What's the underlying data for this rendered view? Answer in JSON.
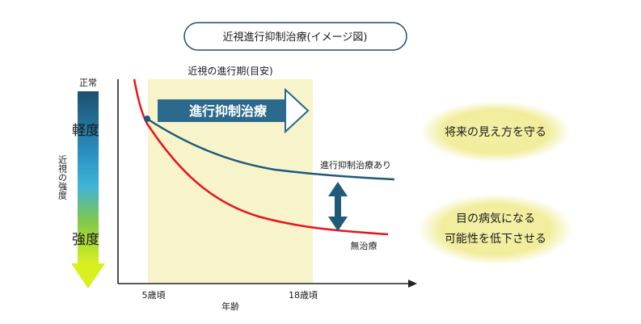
{
  "title": "近視進行抑制治療(イメージ図)",
  "period_label": "近視の進行期(目安)",
  "arrow_label": "進行抑制治療",
  "scale": {
    "top": "正常",
    "mild": "軽度",
    "severe": "強度",
    "axis_label": "近視の強度"
  },
  "x_axis": {
    "label": "年齢",
    "tick_start": "5歳頃",
    "tick_end": "18歳頃"
  },
  "series": {
    "treated": "進行抑制治療あり",
    "untreated": "無治療"
  },
  "callouts": {
    "top": "将来の見え方を守る",
    "bottom_line1": "目の病気になる",
    "bottom_line2": "可能性を低下させる"
  },
  "colors": {
    "treated_line": "#1f5a78",
    "untreated_line": "#e8141c",
    "period_band": "#f7f4cc",
    "arrow_fill": "#2b6a8c",
    "callout_fill": "#f0ec9a"
  }
}
